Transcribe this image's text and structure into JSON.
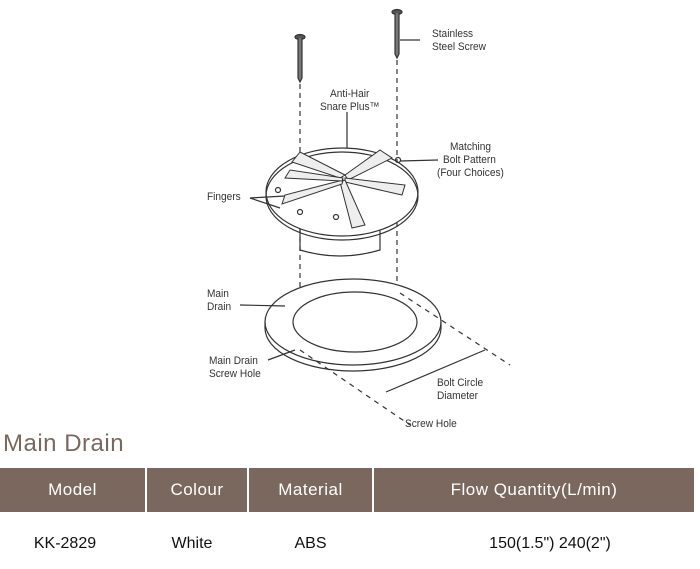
{
  "diagram": {
    "labels": {
      "screw_1": "Stainless",
      "screw_2": "Steel Screw",
      "snare_1": "Anti-Hair",
      "snare_2": "Snare Plus™",
      "bolt_1": "Matching",
      "bolt_2": "Bolt Pattern",
      "bolt_3": "(Four Choices)",
      "fingers": "Fingers",
      "drain_1": "Main",
      "drain_2": "Drain",
      "hole_1": "Main Drain",
      "hole_2": "Screw Hole",
      "diam_1": "Bolt Circle",
      "diam_2": "Diameter",
      "screw_hole": "Screw Hole"
    }
  },
  "section_title": "Main Drain",
  "table": {
    "headers": [
      "Model",
      "Colour",
      "Material",
      "Flow Quantity(L/min)"
    ],
    "rows": [
      [
        "KK-2829",
        "White",
        "ABS",
        "150(1.5\") 240(2\")"
      ]
    ]
  },
  "colors": {
    "accent": "#7a685e"
  }
}
